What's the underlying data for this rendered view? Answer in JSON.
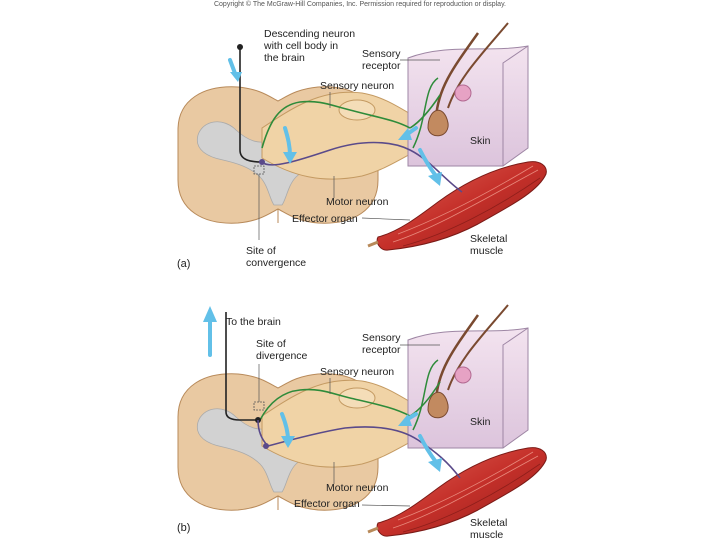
{
  "copyright": "Copyright © The McGraw-Hill Companies, Inc. Permission required for reproduction or display.",
  "panel_a": {
    "tag": "(a)",
    "labels": {
      "descending_neuron": "Descending neuron\nwith cell body in\nthe brain",
      "sensory_receptor": "Sensory\nreceptor",
      "sensory_neuron": "Sensory neuron",
      "skin": "Skin",
      "motor_neuron": "Motor neuron",
      "effector_organ": "Effector organ",
      "skeletal_muscle": "Skeletal\nmuscle",
      "site": "Site of\nconvergence"
    }
  },
  "panel_b": {
    "tag": "(b)",
    "labels": {
      "to_brain": "To the brain",
      "site": "Site of\ndivergence",
      "sensory_receptor": "Sensory\nreceptor",
      "sensory_neuron": "Sensory neuron",
      "skin": "Skin",
      "motor_neuron": "Motor neuron",
      "effector_organ": "Effector organ",
      "skeletal_muscle": "Skeletal\nmuscle"
    }
  },
  "colors": {
    "spinal_cord": "#e9c9a2",
    "gray_matter": "#d2d2d2",
    "nerve": "#f0d3a6",
    "sensory_axon": "#2e8b3a",
    "motor_axon": "#5a4a8a",
    "arrow": "#62c0e8",
    "skin": "#ecd7e8",
    "muscle": "#c5302a"
  }
}
